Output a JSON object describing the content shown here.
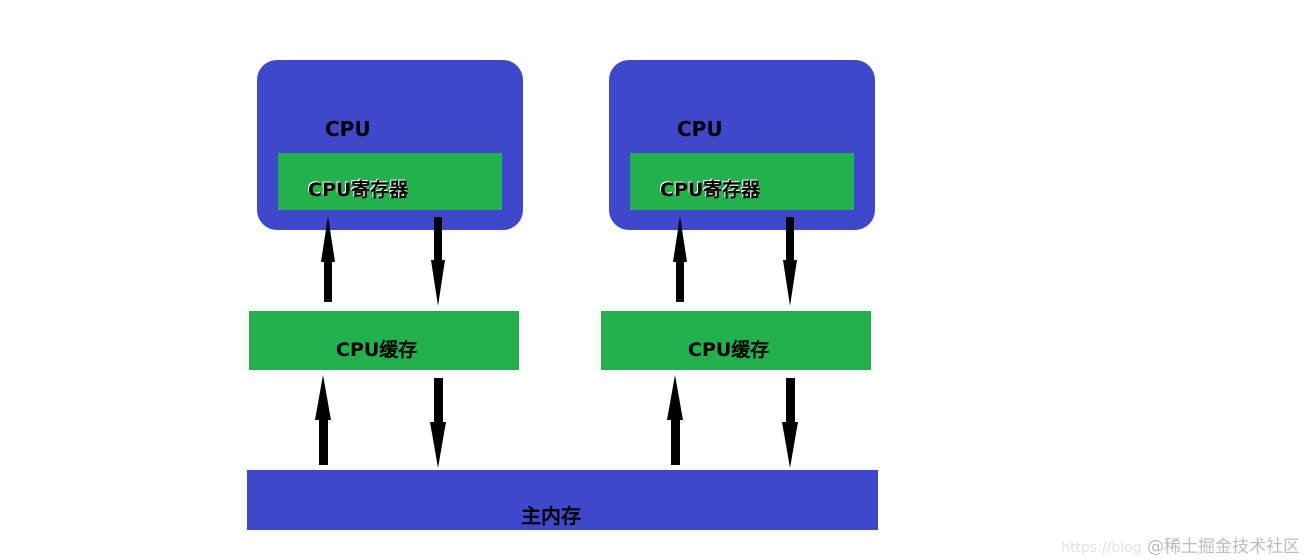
{
  "nodes": {
    "cpu_label": "CPU",
    "register_label": "CPU寄存器",
    "cache_label": "CPU缓存",
    "main_memory_label": "主内存"
  },
  "colors": {
    "cpu": "#3f48cc",
    "register": "#22b14c",
    "cache": "#22b14c",
    "memory": "#3f48cc",
    "arrow": "#000000"
  },
  "watermark": {
    "url": "https://blog",
    "text": "@稀土掘金技术社区"
  }
}
